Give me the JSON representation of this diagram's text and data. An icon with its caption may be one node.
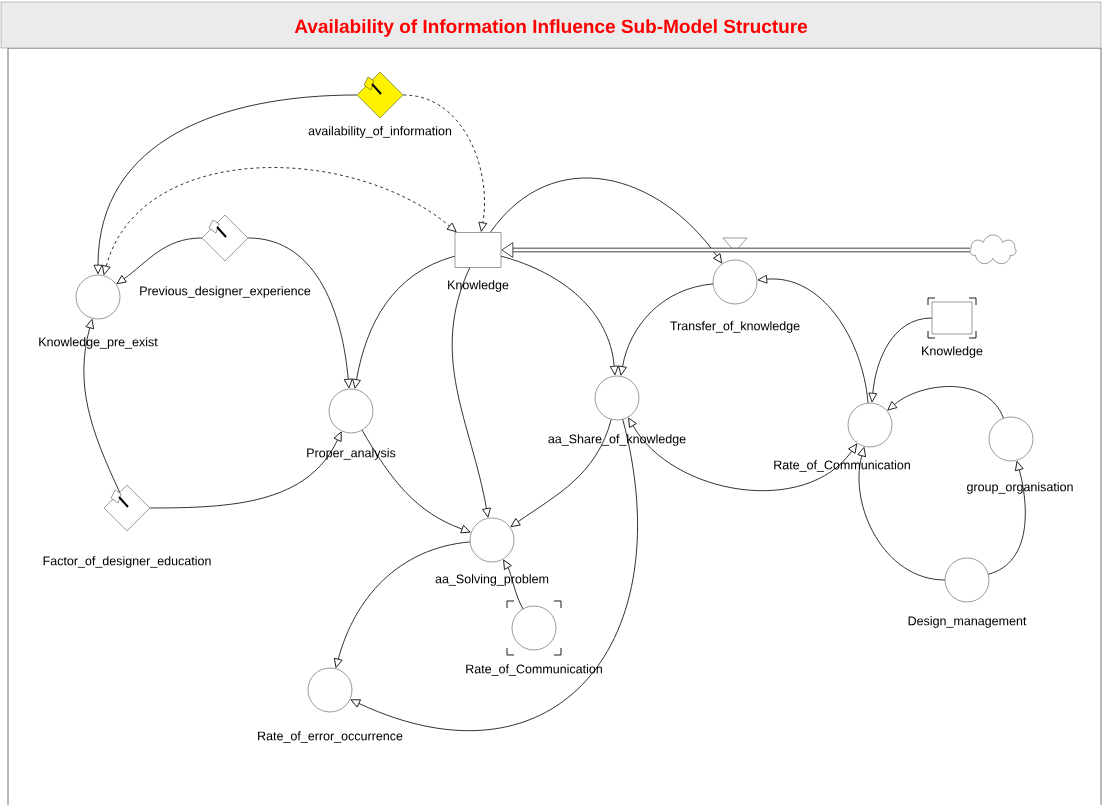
{
  "diagram": {
    "title": "Availability of Information Influence Sub-Model Structure",
    "nodes": [
      {
        "text": [
          "availability_of_information"
        ]
      },
      {
        "text": [
          "Knowledge"
        ]
      },
      {
        "text": [],
        "shape": "cloud"
      },
      {
        "text": [
          "Transfer_of_knowledge"
        ]
      },
      {
        "text": [
          "Knowledge_pre_exist"
        ]
      },
      {
        "text": [
          "Previous_designer_experience"
        ]
      },
      {
        "text": [
          "Knowledge"
        ]
      },
      {
        "text": [
          "Proper_analysis"
        ]
      },
      {
        "text": [
          "aa_Share_of_knowledge"
        ]
      },
      {
        "text": [
          "Rate_of_Communication"
        ]
      },
      {
        "text": [
          "group_organisation"
        ]
      },
      {
        "text": [
          "Factor_of_designer_education"
        ]
      },
      {
        "text": [
          "aa_Solving_problem"
        ]
      },
      {
        "text": [
          "Design_management"
        ]
      },
      {
        "text": [
          "Rate_of_Communication"
        ]
      },
      {
        "text": [
          "Rate_of_error_occurrence"
        ]
      }
    ],
    "edges": [
      {
        "from": 0,
        "to": 4,
        "arrow": "to"
      },
      {
        "from": 0,
        "to": 1,
        "arrow": "to",
        "style": "dashed"
      },
      {
        "from": 4,
        "to": 1,
        "arrow": "both",
        "style": "dashed"
      },
      {
        "from": 5,
        "to": 4,
        "arrow": "to"
      },
      {
        "from": 5,
        "to": 7,
        "arrow": "to"
      },
      {
        "from": 1,
        "to": 7,
        "arrow": "to"
      },
      {
        "from": 11,
        "to": 4,
        "arrow": "to"
      },
      {
        "from": 11,
        "to": 7,
        "arrow": "to"
      },
      {
        "from": 1,
        "to": 12,
        "arrow": "to"
      },
      {
        "from": 7,
        "to": 12,
        "arrow": "to"
      },
      {
        "from": 8,
        "to": 12,
        "arrow": "to"
      },
      {
        "from": 1,
        "to": 8,
        "arrow": "to"
      },
      {
        "from": 3,
        "to": 8,
        "arrow": "to"
      },
      {
        "from": 1,
        "to": 3,
        "arrow": "to"
      },
      {
        "from": 2,
        "to": 1,
        "arrow": "to",
        "style": "thick"
      },
      {
        "from": 9,
        "to": 3,
        "arrow": "to"
      },
      {
        "from": 6,
        "to": 9,
        "arrow": "to"
      },
      {
        "from": 10,
        "to": 9,
        "arrow": "to"
      },
      {
        "from": 13,
        "to": 10,
        "arrow": "to"
      },
      {
        "from": 13,
        "to": 9,
        "arrow": "to"
      },
      {
        "from": 8,
        "to": 9,
        "arrow": "both"
      },
      {
        "from": 14,
        "to": 12,
        "arrow": "to"
      },
      {
        "from": 12,
        "to": 15,
        "arrow": "to"
      },
      {
        "from": 8,
        "to": 15,
        "arrow": "to"
      }
    ]
  }
}
